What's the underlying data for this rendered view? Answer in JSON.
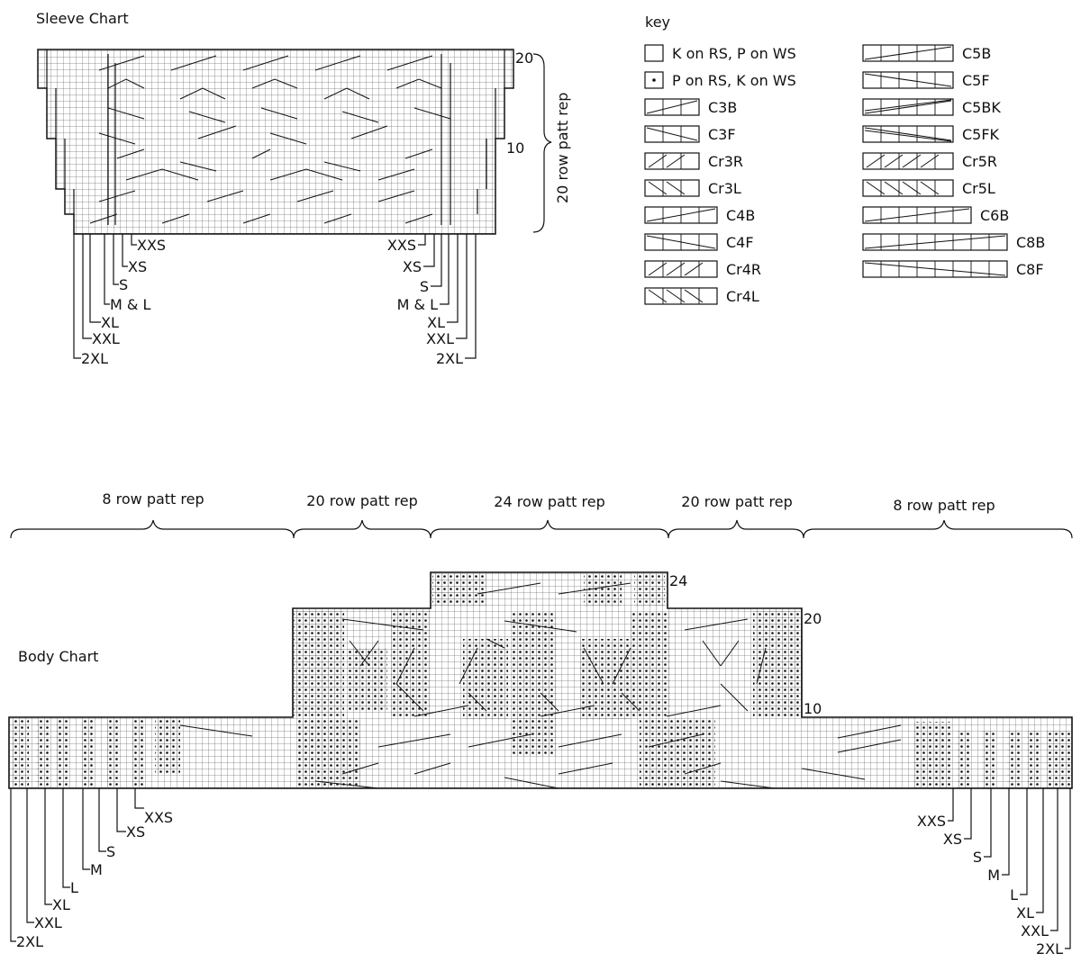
{
  "sleeve": {
    "title": "Sleeve Chart",
    "row_labels": [
      "20",
      "10"
    ],
    "rep_label": "20 row patt rep",
    "sizes_left": [
      "XXS",
      "XS",
      "S",
      "M & L",
      "XL",
      "XXL",
      "2XL"
    ],
    "sizes_right": [
      "XXS",
      "XS",
      "S",
      "M & L",
      "XL",
      "XXL",
      "2XL"
    ]
  },
  "key": {
    "title": "key",
    "items": [
      {
        "symbol": "empty-square",
        "label": "K on RS, P on WS"
      },
      {
        "symbol": "dot-square",
        "label": "P on RS, K on WS"
      },
      {
        "symbol": "cable-3-back",
        "label": "C3B"
      },
      {
        "symbol": "cable-3-front",
        "label": "C3F"
      },
      {
        "symbol": "cross-3-right",
        "label": "Cr3R"
      },
      {
        "symbol": "cross-3-left",
        "label": "Cr3L"
      },
      {
        "symbol": "cable-4-back",
        "label": "C4B"
      },
      {
        "symbol": "cable-4-front",
        "label": "C4F"
      },
      {
        "symbol": "cross-4-right",
        "label": "Cr4R"
      },
      {
        "symbol": "cross-4-left",
        "label": "Cr4L"
      },
      {
        "symbol": "cable-5-back",
        "label": "C5B"
      },
      {
        "symbol": "cable-5-front",
        "label": "C5F"
      },
      {
        "symbol": "cable-5-back-knit",
        "label": "C5BK"
      },
      {
        "symbol": "cable-5-front-knit",
        "label": "C5FK"
      },
      {
        "symbol": "cross-5-right",
        "label": "Cr5R"
      },
      {
        "symbol": "cross-5-left",
        "label": "Cr5L"
      },
      {
        "symbol": "cable-6-back",
        "label": "C6B"
      },
      {
        "symbol": "cable-8-back",
        "label": "C8B"
      },
      {
        "symbol": "cable-8-front",
        "label": "C8F"
      }
    ]
  },
  "body": {
    "title": "Body Chart",
    "row_labels": [
      "24",
      "20",
      "10"
    ],
    "reps": [
      "8 row patt rep",
      "20 row patt rep",
      "24 row patt rep",
      "20 row patt rep",
      "8 row patt rep"
    ],
    "sizes_left": [
      "XXS",
      "XS",
      "S",
      "M",
      "L",
      "XL",
      "XXL",
      "2XL"
    ],
    "sizes_right": [
      "XXS",
      "XS",
      "S",
      "M",
      "L",
      "XL",
      "XXL",
      "2XL"
    ]
  }
}
